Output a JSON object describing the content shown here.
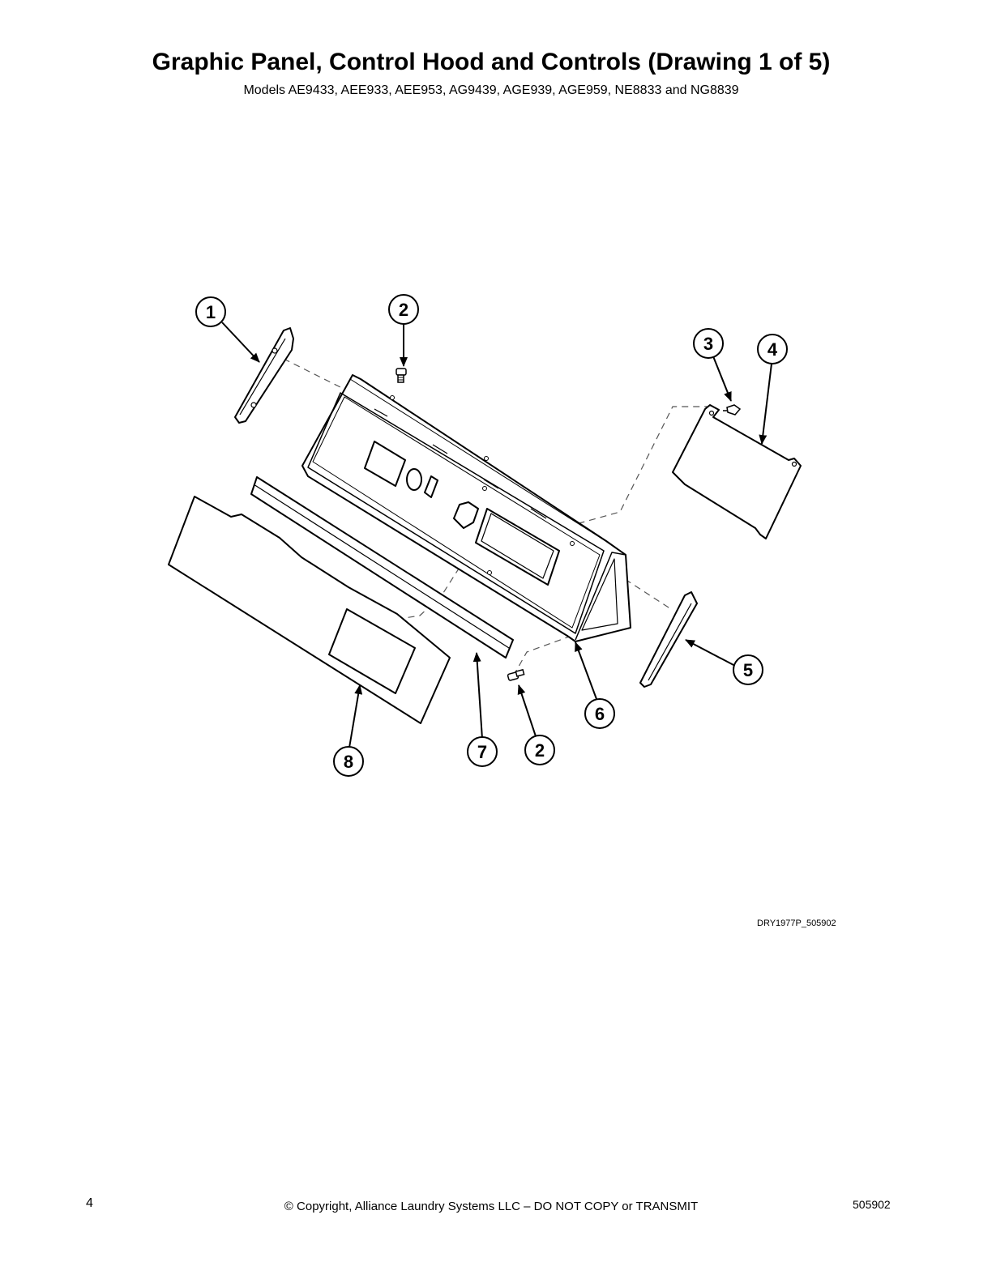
{
  "header": {
    "title": "Graphic Panel, Control Hood and Controls (Drawing 1 of 5)",
    "subtitle": "Models AE9433, AEE933, AEE953, AG9439, AGE939, AGE959, NE8833 and NG8839"
  },
  "diagram": {
    "drawing_id": "DRY1977P_505902",
    "callouts": [
      {
        "label": "1"
      },
      {
        "label": "2"
      },
      {
        "label": "3"
      },
      {
        "label": "4"
      },
      {
        "label": "5"
      },
      {
        "label": "6"
      },
      {
        "label": "7"
      },
      {
        "label": "2"
      },
      {
        "label": "8"
      }
    ]
  },
  "footer": {
    "page_number": "4",
    "copyright": "© Copyright, Alliance Laundry Systems LLC – DO NOT COPY or TRANSMIT",
    "doc_number": "505902"
  }
}
